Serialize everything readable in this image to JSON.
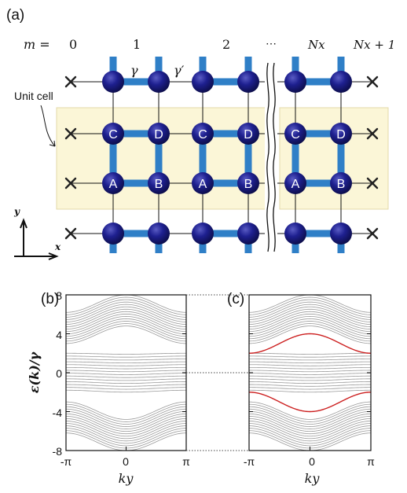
{
  "panel_a": {
    "label": "(a)",
    "m_prefix": "m =",
    "column_labels": [
      "0",
      "1",
      "2",
      "⋯",
      "Nx",
      "Nx + 1"
    ],
    "bond_labels": {
      "gamma": "γ",
      "gamma_prime": "γ′"
    },
    "unit_cell_label": "Unit cell",
    "site_labels": {
      "row_cd": [
        "C",
        "D",
        "C",
        "D",
        "C",
        "D"
      ],
      "row_ab": [
        "A",
        "B",
        "A",
        "B",
        "A",
        "B"
      ]
    },
    "axes": {
      "x": "x",
      "y": "y"
    },
    "colors": {
      "site": "#15166b",
      "bond": "#2f7fc7",
      "unit_cell_fill": "#fbf6d7",
      "unit_cell_border": "#e3d9a8",
      "edge_marker": "#222222"
    }
  },
  "panel_b": {
    "label": "(b)"
  },
  "panel_c": {
    "label": "(c)"
  },
  "axis_text": {
    "ylabel": "ε(k)/γ",
    "xlabel": "ky",
    "yticks": [
      "8",
      "4",
      "0",
      "-4",
      "-8"
    ],
    "xticks": [
      "-π",
      "0",
      "π"
    ]
  },
  "chart_data": [
    {
      "type": "line",
      "panel": "(b)",
      "xlabel": "ky",
      "ylabel": "ε(k)/γ",
      "xlim": [
        "-π",
        "π"
      ],
      "ylim": [
        -8,
        8
      ],
      "bulk_bands": [
        {
          "y_at_minus_pi": [
            3.0,
            6.2
          ],
          "y_at_zero": [
            4.8,
            8.0
          ]
        },
        {
          "y_at_minus_pi": [
            -1.8,
            2.0
          ],
          "y_at_zero": [
            -2.0,
            1.9
          ]
        },
        {
          "y_at_minus_pi": [
            -6.2,
            -3.0
          ],
          "y_at_zero": [
            -8.0,
            -4.8
          ]
        }
      ],
      "line_color": "#9a9a9a"
    },
    {
      "type": "line",
      "panel": "(c)",
      "xlabel": "ky",
      "ylabel": "ε(k)/γ",
      "xlim": [
        "-π",
        "π"
      ],
      "ylim": [
        -8,
        8
      ],
      "bulk_bands": [
        {
          "y_at_minus_pi": [
            3.0,
            6.2
          ],
          "y_at_zero": [
            4.8,
            8.0
          ]
        },
        {
          "y_at_minus_pi": [
            -1.8,
            2.0
          ],
          "y_at_zero": [
            -2.0,
            1.9
          ]
        },
        {
          "y_at_minus_pi": [
            -6.2,
            -3.0
          ],
          "y_at_zero": [
            -8.0,
            -4.8
          ]
        }
      ],
      "edge_states": [
        {
          "y_at_minus_pi": 2.0,
          "y_at_zero": 4.0,
          "y_at_pi": 2.0
        },
        {
          "y_at_minus_pi": -2.0,
          "y_at_zero": -4.0,
          "y_at_pi": -2.0
        }
      ],
      "line_color": "#9a9a9a",
      "edge_color": "#cc1f1f"
    }
  ]
}
